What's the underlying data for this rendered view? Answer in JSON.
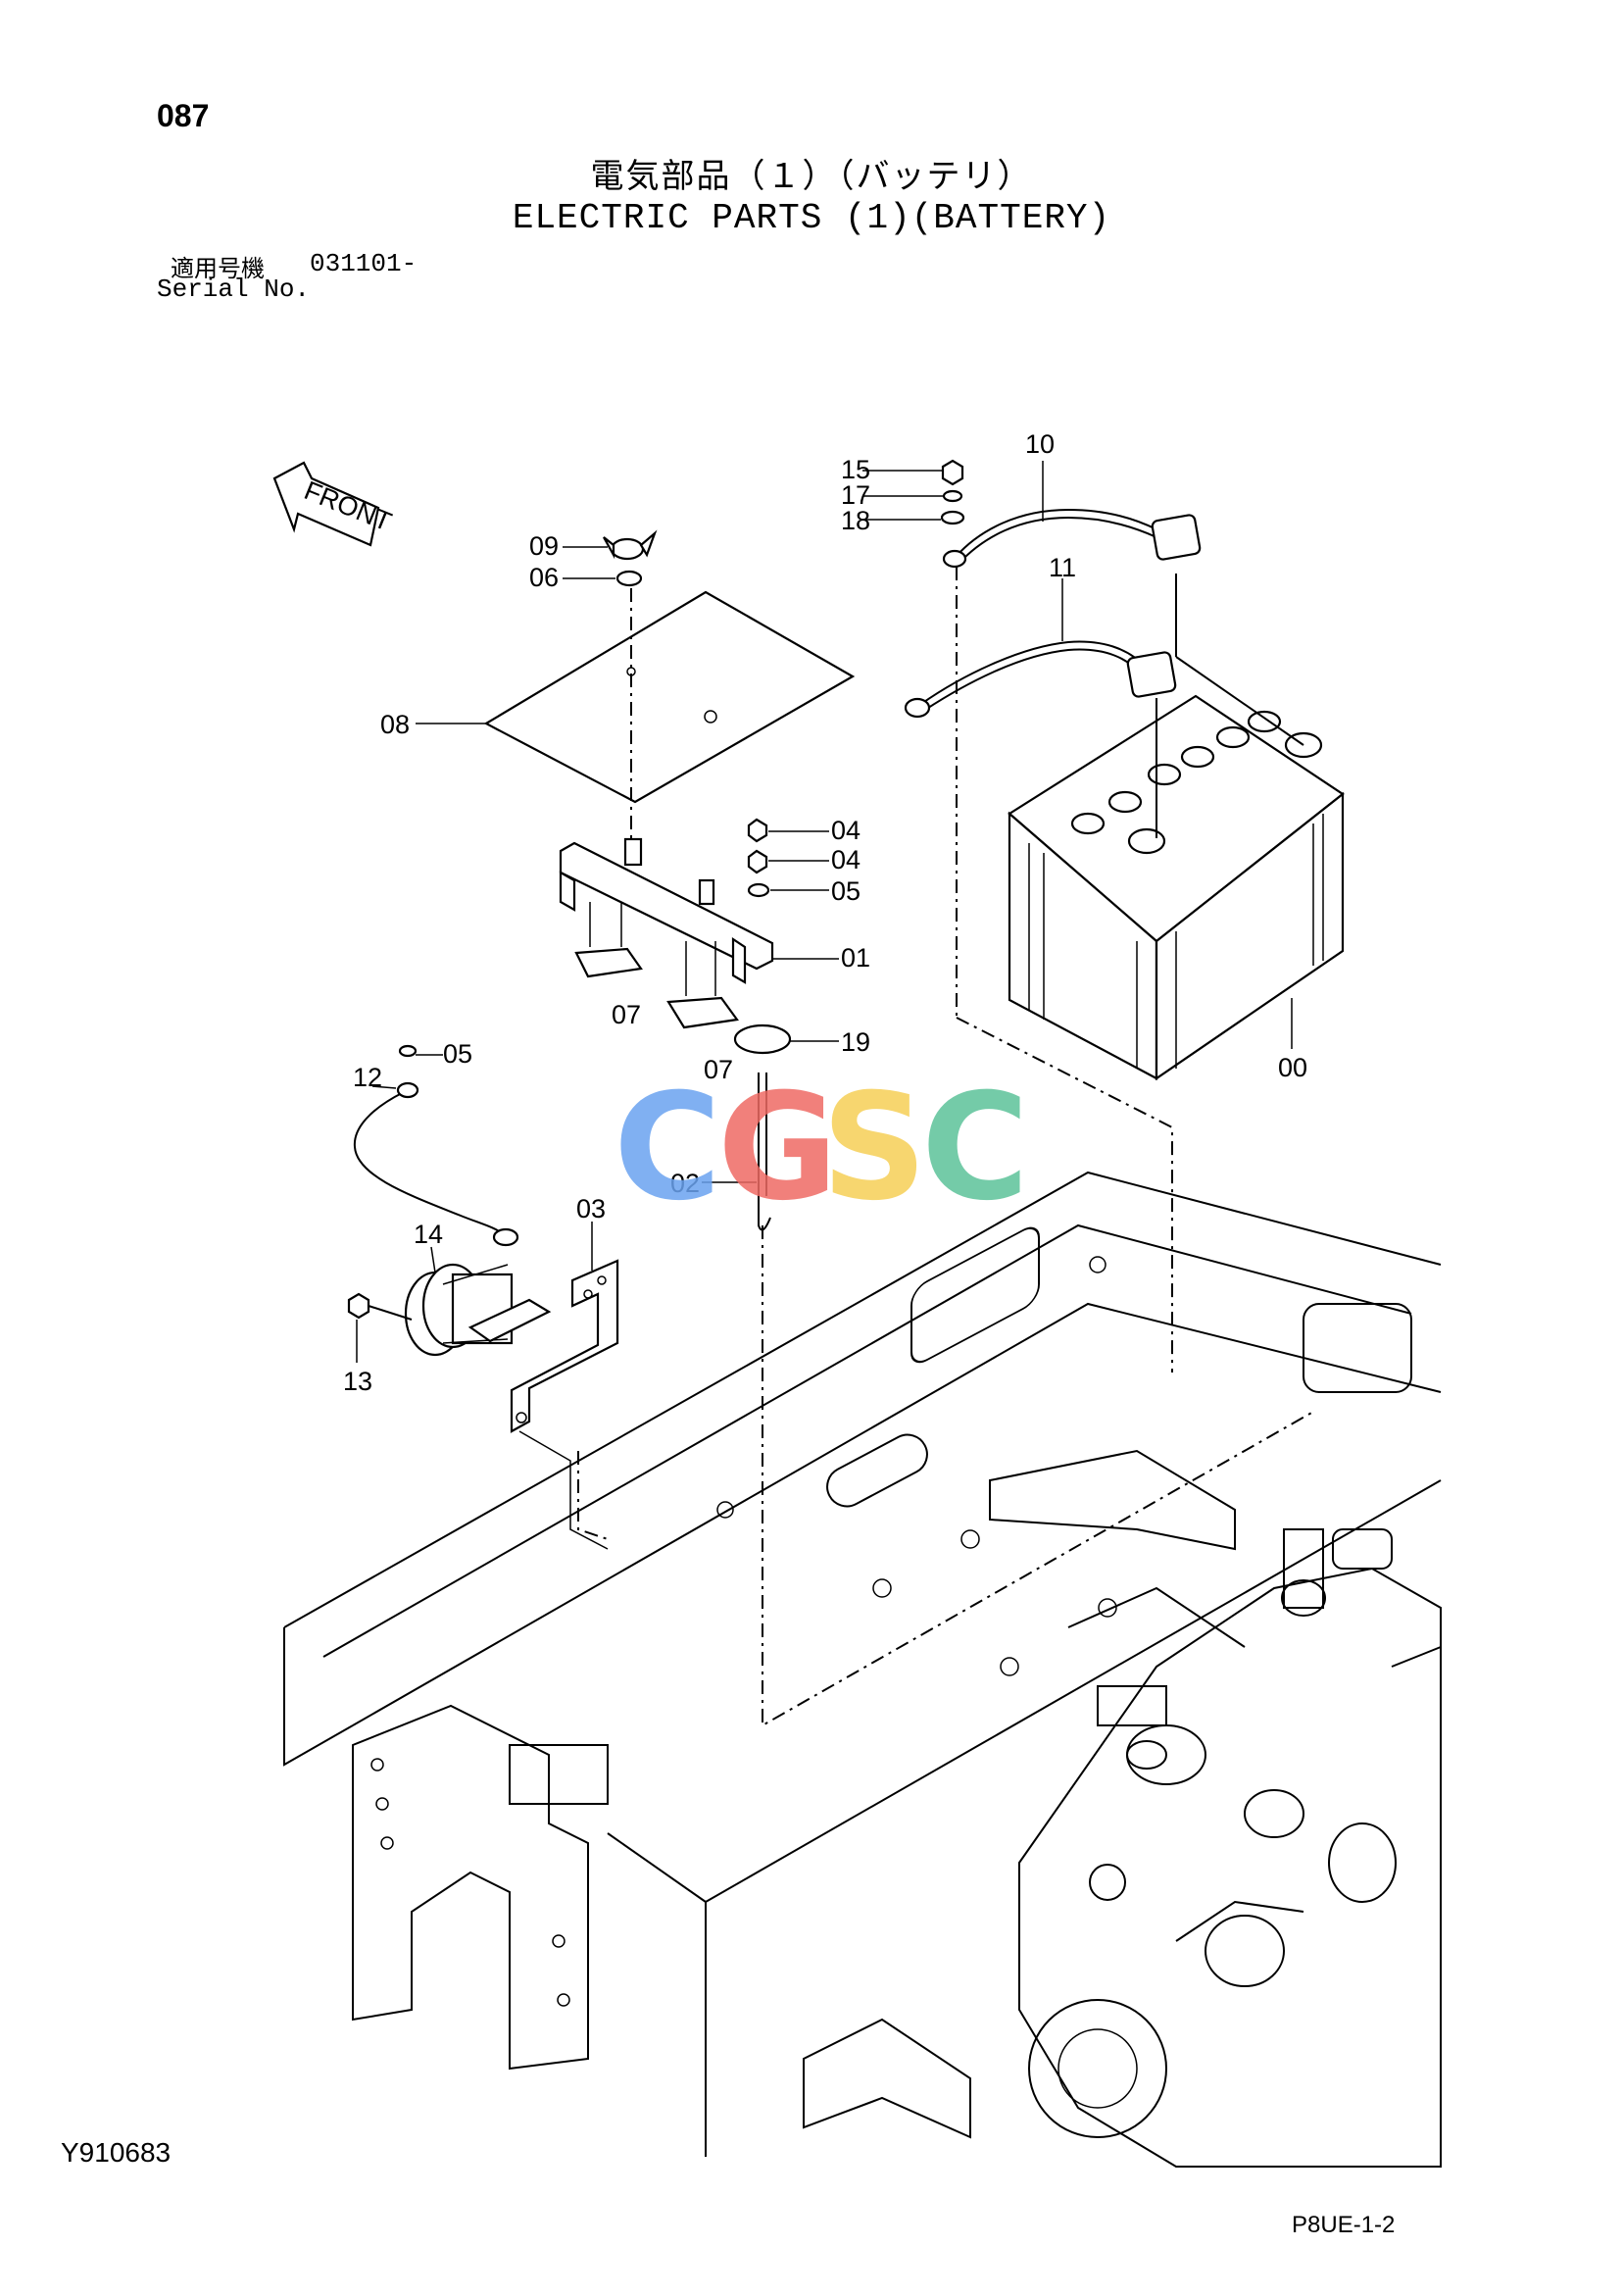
{
  "header": {
    "page_number": "087",
    "title_jp": "電気部品（１）（バッテリ）",
    "title_en": "ELECTRIC PARTS (1)(BATTERY)",
    "serial_label_jp": "適用号機",
    "serial_value": "031101-",
    "serial_label_en": "Serial No."
  },
  "diagram": {
    "front_label": "FRONT",
    "callouts": [
      "00",
      "01",
      "02",
      "03",
      "04",
      "04",
      "05",
      "05",
      "06",
      "07",
      "07",
      "08",
      "09",
      "10",
      "11",
      "12",
      "13",
      "14",
      "15",
      "17",
      "18",
      "19"
    ],
    "watermark": {
      "letters": [
        "C",
        "G",
        "S",
        "C"
      ],
      "colors": [
        "#6aa3f0",
        "#ef6b64",
        "#f6cf57",
        "#5cc39a"
      ]
    }
  },
  "footer": {
    "figure_id": "Y910683",
    "page_code": "P8UE-1-2"
  }
}
